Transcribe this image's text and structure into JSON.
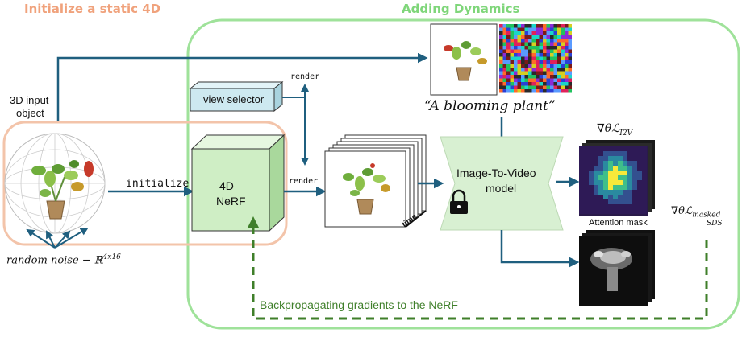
{
  "colors": {
    "static_box": "#f3c4aa",
    "static_title": "#f0a27c",
    "dynamics_box": "#9fe29a",
    "dynamics_title": "#7fd67a",
    "arrow": "#1f5f7f",
    "gradient_dash": "#3f7f2a",
    "nerf_face": "#cfeec5",
    "nerf_side": "#a9d89c",
    "selector_front": "#cde9f0",
    "i2v_fill": "#d8f0d2"
  },
  "sections": {
    "static_title": "Initialize a static 4D",
    "dynamics_title": "Adding Dynamics"
  },
  "input": {
    "label_line1": "3D input",
    "label_line2": "object",
    "noise_label": "random noise − ℝ",
    "noise_sup": "4x16",
    "plant_icon": "cactus-plant-icon"
  },
  "flow": {
    "initialize": "initialize",
    "render_top": "render",
    "render_mid": "render"
  },
  "nerf": {
    "line1": "4D",
    "line2": "NeRF"
  },
  "view_selector": {
    "label": "view selector"
  },
  "frames": {
    "time_label": "time"
  },
  "prompt": {
    "text": "“A blooming plant”"
  },
  "model": {
    "line1": "Image-To-Video",
    "line2": "model",
    "lock_icon": "lock-icon"
  },
  "losses": {
    "i2v": "∇θℒ",
    "i2v_sub": "I2V",
    "attention": "Attention mask",
    "masked": "∇θℒ",
    "masked_sub1": "masked",
    "masked_sub2": "SDS"
  },
  "backprop": {
    "label": "Backpropagating gradients to the NeRF"
  }
}
